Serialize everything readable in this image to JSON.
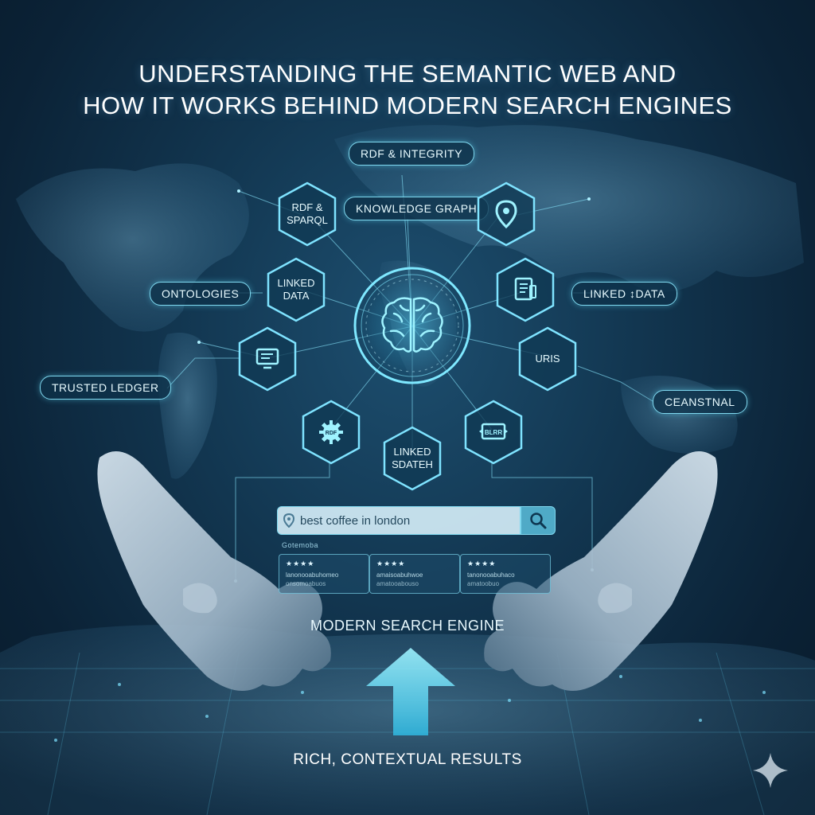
{
  "title": {
    "line1": "UNDERSTANDING THE SEMANTIC WEB AND",
    "line2": "HOW IT WORKS BEHIND MODERN SEARCH ENGINES"
  },
  "tags": {
    "rdf_integrity": "RDF & INTEGRITY",
    "knowledge_graph": "KNOWLEDGE GRAPH",
    "ontologies": "ONTOLOGIES",
    "linked_data_right": "LINKED ↕DATA",
    "trusted_ledger": "TRUSTED LEDGER",
    "ceanstnal": "CEANSTNAL"
  },
  "hexes": {
    "rdf_sparql": [
      "RDF &",
      "SPARQL"
    ],
    "linked_data": [
      "LINKED",
      "DATA"
    ],
    "uris": "URIS",
    "linked_sdateh": [
      "LINKED",
      "SDATEH"
    ],
    "gear_text": "RDF",
    "screen_text": "BLRR"
  },
  "icons": {
    "hub": "brain-icon",
    "location": "location-pin-icon",
    "document": "document-icon",
    "monitor": "monitor-icon",
    "gear": "gear-icon",
    "media": "media-screen-icon",
    "search": "search-icon",
    "sparkle": "sparkle-icon"
  },
  "search": {
    "query": "best coffee in london",
    "results_caption": "Gotemoba"
  },
  "results": [
    {
      "stars": "★★★★",
      "line1": "lanonooabuhomeo",
      "line2": "onsomoabuos"
    },
    {
      "stars": "★★★★",
      "line1": "amaisoabuhwoe",
      "line2": "amatooabouso"
    },
    {
      "stars": "★★★★",
      "line1": "tanonooabuhaco",
      "line2": "amatoobuo"
    }
  ],
  "labels": {
    "engine": "MODERN SEARCH ENGINE",
    "results": "RICH, CONTEXTUAL RESULTS"
  },
  "colors": {
    "accent": "#7fd8ef",
    "glow": "#4fd0ee",
    "background": "#123650"
  }
}
